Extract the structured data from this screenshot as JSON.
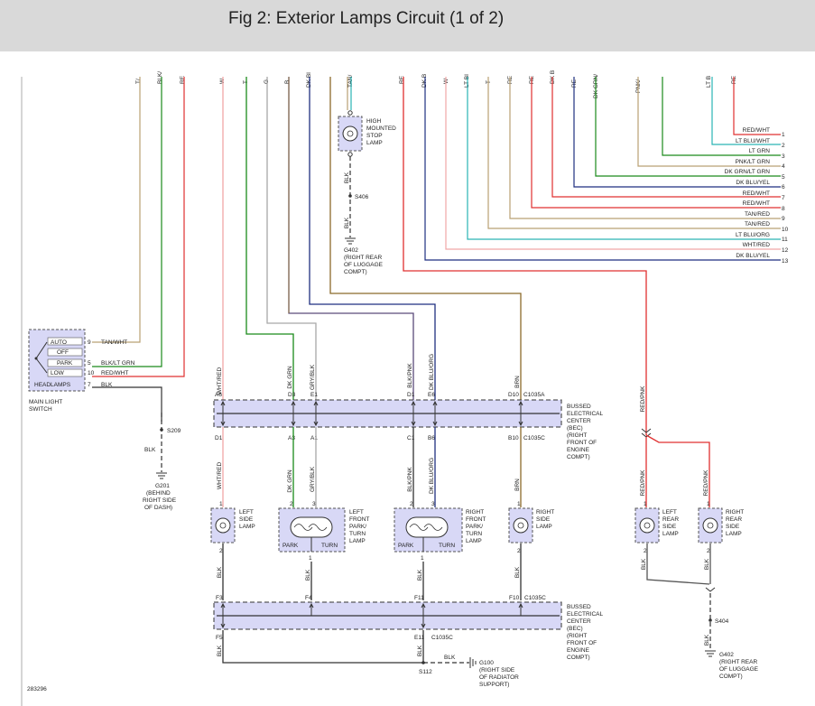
{
  "title": "Fig 2: Exterior Lamps Circuit (1 of 2)",
  "figure_id": "283296",
  "colors": {
    "tan": "#b9a173",
    "green": "#1a8a1a",
    "red": "#e03030",
    "pink": "#f0a6a6",
    "gray": "#a8a8a8",
    "brown": "#8b6a2a",
    "blue": "#1f2f80",
    "teal": "#2ab3b3",
    "black": "#333333",
    "bec_fill": "#d8d8f6",
    "header": "#d9d9d9"
  },
  "top_wire_labels": {
    "tan": "T/",
    "blk_grn": "BLK/",
    "red": "RE",
    "wht": "W",
    "green": "T",
    "gry": "G",
    "brn": "B",
    "dkbl": "DK BI",
    "tan_stop": "TAN/",
    "red2": "RE",
    "dkb": "DK B",
    "w2": "W",
    "ltbl": "LT BI",
    "t2": "T",
    "re3": "RE",
    "re4": "RE",
    "dkb2": "DK B",
    "dkgrn": "DK GRN/",
    "pnk": "PNK/",
    "ltb": "LT B",
    "re5": "RE"
  },
  "stop_lamp": {
    "label_lines": [
      "HIGH",
      "MOUNTED",
      "STOP",
      "LAMP"
    ],
    "wire_label": "BLK",
    "splice": "S406",
    "wire_label2": "BLK",
    "ground": "G402",
    "ground_desc": [
      "(RIGHT REAR",
      "OF LUGGAGE",
      "COMPT)"
    ]
  },
  "connector_right": [
    {
      "num": "1",
      "label": "RED/WHT"
    },
    {
      "num": "2",
      "label": "LT BLU/WHT"
    },
    {
      "num": "3",
      "label": "LT GRN"
    },
    {
      "num": "4",
      "label": "PNK/LT GRN"
    },
    {
      "num": "5",
      "label": "DK GRN/LT GRN"
    },
    {
      "num": "6",
      "label": "DK BLU/YEL"
    },
    {
      "num": "7",
      "label": "RED/WHT"
    },
    {
      "num": "8",
      "label": "RED/WHT"
    },
    {
      "num": "9",
      "label": "TAN/RED"
    },
    {
      "num": "10",
      "label": "TAN/RED"
    },
    {
      "num": "11",
      "label": "LT BLU/ORG"
    },
    {
      "num": "12",
      "label": "WHT/RED"
    },
    {
      "num": "13",
      "label": "DK BLU/YEL"
    }
  ],
  "switch": {
    "positions": [
      "AUTO",
      "OFF",
      "PARK",
      "LOW",
      "HEADLAMPS"
    ],
    "pins": [
      {
        "num": "9",
        "label": "TAN/WHT"
      },
      {
        "num": "5",
        "label": "BLK/LT GRN"
      },
      {
        "num": "10",
        "label": "RED/WHT"
      },
      {
        "num": "7",
        "label": "BLK"
      }
    ],
    "caption": [
      "MAIN LIGHT",
      "SWITCH"
    ],
    "splice": "S209",
    "wire_label": "BLK",
    "ground": "G201",
    "ground_desc": [
      "(BEHIND",
      "RIGHT SIDE",
      "OF DASH)"
    ]
  },
  "bec_upper": {
    "wires_top": [
      {
        "label": "WHT/RED",
        "pin": "A6"
      },
      {
        "label": "DK GRN",
        "pin": "D3"
      },
      {
        "label": "GRY/BLK",
        "pin": "E1"
      },
      {
        "label": "BLK/PNK",
        "pin": "D1"
      },
      {
        "label": "DK BLU/ORG",
        "pin": "E6"
      },
      {
        "label": "BRN",
        "pin": "D10"
      }
    ],
    "connector_top": "C1035A",
    "pins_bottom": [
      "D1",
      "A3",
      "A1",
      "C1",
      "B6",
      "B10"
    ],
    "connector_bottom": "C1035C",
    "desc": [
      "BUSSED",
      "ELECTRICAL",
      "CENTER",
      "(BEC)",
      "(RIGHT",
      "FRONT OF",
      "ENGINE",
      "COMPT)"
    ]
  },
  "lamps": {
    "left_side": {
      "lines": [
        "LEFT",
        "SIDE",
        "LAMP"
      ],
      "wire": "WHT/RED",
      "pin_top": "1",
      "pin_bot": "2",
      "wire_bot": "BLK"
    },
    "left_front": {
      "lines": [
        "LEFT",
        "FRONT",
        "PARK/",
        "TURN",
        "LAMP"
      ],
      "wire1": "DK GRN",
      "wire2": "GRY/BLK",
      "pin1": "2",
      "pin2": "3",
      "pin_bot": "1",
      "wire_bot": "BLK",
      "park": "PARK",
      "turn": "TURN"
    },
    "right_front": {
      "lines": [
        "RIGHT",
        "FRONT",
        "PARK/",
        "TURN",
        "LAMP"
      ],
      "wire1": "BLK/PNK",
      "wire2": "DK BLU/ORG",
      "pin1": "2",
      "pin2": "3",
      "pin_bot": "1",
      "wire_bot": "BLK",
      "park": "PARK",
      "turn": "TURN"
    },
    "right_side": {
      "lines": [
        "RIGHT",
        "SIDE",
        "LAMP"
      ],
      "wire": "BRN",
      "pin_top": "1",
      "pin_bot": "2",
      "wire_bot": "BLK"
    },
    "left_rear": {
      "lines": [
        "LEFT",
        "REAR",
        "SIDE",
        "LAMP"
      ],
      "wire": "RED/PNK",
      "pin_top": "1",
      "pin_bot": "2",
      "wire_bot": "BLK"
    },
    "right_rear": {
      "lines": [
        "RIGHT",
        "REAR",
        "SIDE",
        "LAMP"
      ],
      "wire": "RED/PNK",
      "pin_top": "1",
      "pin_bot": "2",
      "wire_bot": "BLK"
    }
  },
  "rear_feed": {
    "wire": "RED/PNK",
    "splice": "S404",
    "wire_bot": "BLK",
    "ground": "G402",
    "ground_desc": [
      "(RIGHT REAR",
      "OF LUGGAGE",
      "COMPT)"
    ]
  },
  "bec_lower": {
    "pins_top": [
      "F3",
      "F4",
      "F11",
      "F10"
    ],
    "connector_top": "C1035C",
    "pins_bottom": [
      "F5",
      "E11"
    ],
    "connector_bottom": "C1035C",
    "desc": [
      "BUSSED",
      "ELECTRICAL",
      "CENTER",
      "(BEC)",
      "(RIGHT",
      "FRONT OF",
      "ENGINE",
      "COMPT)"
    ],
    "wire_bot": "BLK",
    "splice": "S112",
    "wire_right": "BLK",
    "ground": "G100",
    "ground_desc": [
      "(RIGHT SIDE",
      "OF RADIATOR",
      "SUPPORT)"
    ]
  }
}
